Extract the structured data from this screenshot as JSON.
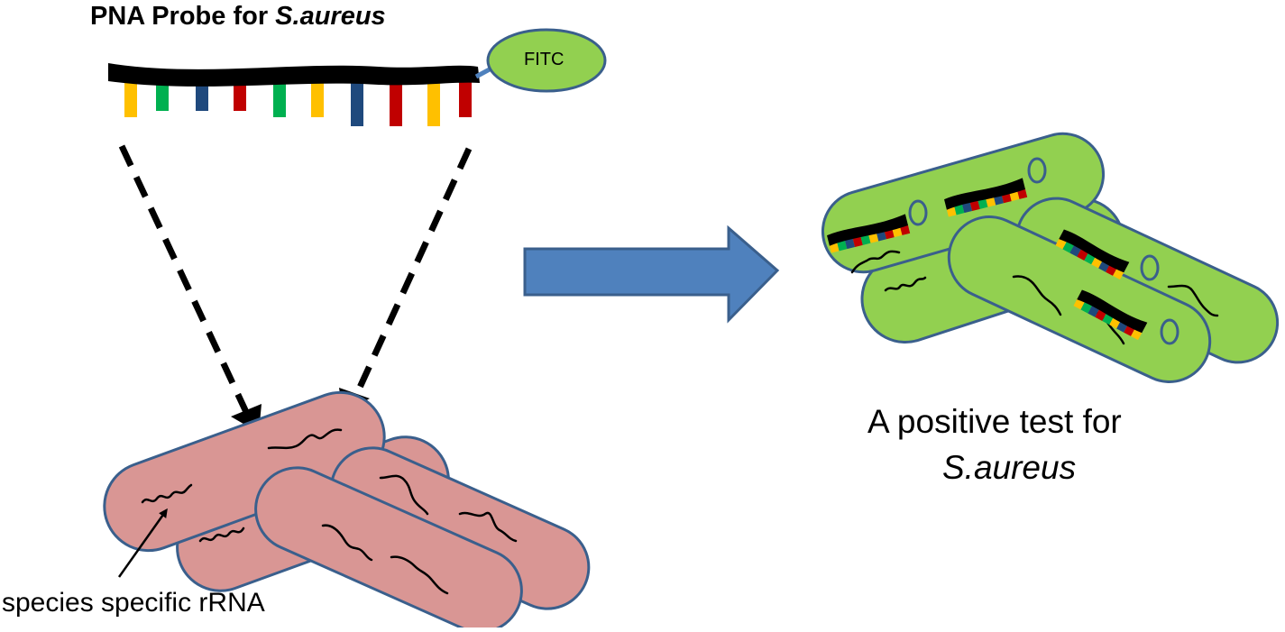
{
  "title": {
    "prefix": "PNA Probe for ",
    "organism": "S.aureus"
  },
  "probe": {
    "tag_label": "FITC",
    "base_colors": [
      "#ffc000",
      "#00b050",
      "#1f497d",
      "#c00000",
      "#00b050",
      "#ffc000",
      "#1f497d",
      "#c00000",
      "#ffc000",
      "#c00000"
    ]
  },
  "labels": {
    "rrna": "species specific rRNA",
    "positive_line1": "A positive test for",
    "positive_line2": "S.aureus"
  },
  "colors": {
    "negative_cell_fill": "#d99694",
    "positive_cell_fill": "#92d050",
    "cell_outline": "#3a5f8c",
    "arrow_fill": "#4f81bd",
    "backbone": "#000000"
  }
}
